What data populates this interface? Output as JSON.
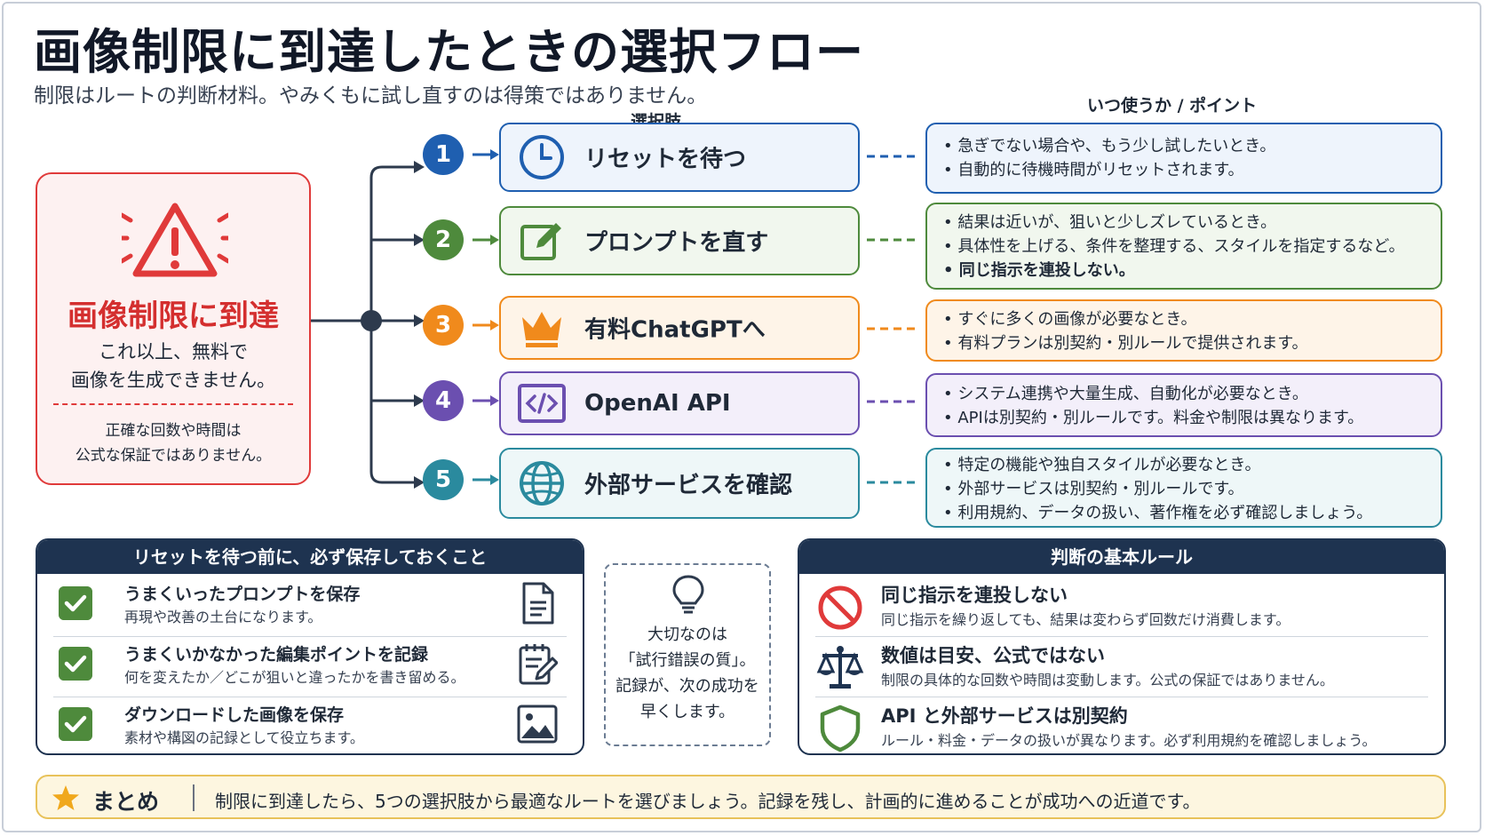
{
  "title": "画像制限に到達したときの選択フロー",
  "subtitle": "制限はルートの判断材料。やみくもに試し直すのは得策ではありません。",
  "columns": {
    "options": "選択肢",
    "points": "いつ使うか / ポイント"
  },
  "alert": {
    "title": "画像制限に到達",
    "line1": "これ以上、無料で",
    "line2": "画像を生成できません。",
    "note1": "正確な回数や時間は",
    "note2": "公式な保証ではありません。",
    "color": "#e03a3a"
  },
  "options": [
    {
      "num": "1",
      "label": "リセットを待つ",
      "icon": "clock-icon",
      "color": "#1f5fb0",
      "bg": "#eef4fc",
      "points": [
        "急ぎでない場合や、もう少し試したいとき。",
        "自動的に待機時間がリセットされます。"
      ]
    },
    {
      "num": "2",
      "label": "プロンプトを直す",
      "icon": "edit-icon",
      "color": "#4e8a3c",
      "bg": "#f1f7ee",
      "points": [
        "結果は近いが、狙いと少しズレているとき。",
        "具体性を上げる、条件を整理する、スタイルを指定するなど。"
      ],
      "bold_point": "同じ指示を連投しない。"
    },
    {
      "num": "3",
      "label": "有料ChatGPTへ",
      "icon": "crown-icon",
      "color": "#f08a1c",
      "bg": "#fef4e8",
      "points": [
        "すぐに多くの画像が必要なとき。",
        "有料プランは別契約・別ルールで提供されます。"
      ]
    },
    {
      "num": "4",
      "label": "OpenAI API",
      "icon": "code-icon",
      "color": "#6b4fb0",
      "bg": "#f3effa",
      "points": [
        "システム連携や大量生成、自動化が必要なとき。",
        "APIは別契約・別ルールです。料金や制限は異なります。"
      ]
    },
    {
      "num": "5",
      "label": "外部サービスを確認",
      "icon": "globe-icon",
      "color": "#2a8a9e",
      "bg": "#eef7f8",
      "points": [
        "特定の機能や独自スタイルが必要なとき。",
        "外部サービスは別契約・別ルールです。",
        "利用規約、データの扱い、著作権を必ず確認しましょう。"
      ]
    }
  ],
  "save_panel": {
    "title": "リセットを待つ前に、必ず保存しておくこと",
    "items": [
      {
        "title": "うまくいったプロンプトを保存",
        "desc": "再現や改善の土台になります。",
        "icon": "document-icon"
      },
      {
        "title": "うまくいかなかった編集ポイントを記録",
        "desc": "何を変えたか／どこが狙いと違ったかを書き留める。",
        "icon": "notepad-icon"
      },
      {
        "title": "ダウンロードした画像を保存",
        "desc": "素材や構図の記録として役立ちます。",
        "icon": "image-icon"
      }
    ]
  },
  "tip": {
    "line1": "大切なのは",
    "line2": "「試行錯誤の質」。",
    "line3": "記録が、次の成功を",
    "line4": "早くします。"
  },
  "rules_panel": {
    "title": "判断の基本ルール",
    "items": [
      {
        "title": "同じ指示を連投しない",
        "desc": "同じ指示を繰り返しても、結果は変わらず回数だけ消費します。",
        "icon": "prohibited-icon"
      },
      {
        "title": "数値は目安、公式ではない",
        "desc": "制限の具体的な回数や時間は変動します。公式の保証ではありません。",
        "icon": "scale-icon"
      },
      {
        "title": "API と外部サービスは別契約",
        "desc": "ルール・料金・データの扱いが異なります。必ず利用規約を確認しましょう。",
        "icon": "shield-icon"
      }
    ]
  },
  "summary": {
    "label": "まとめ",
    "text": "制限に到達したら、5つの選択肢から最適なルートを選びましょう。記録を残し、計画的に進めることが成功への近道です。"
  }
}
